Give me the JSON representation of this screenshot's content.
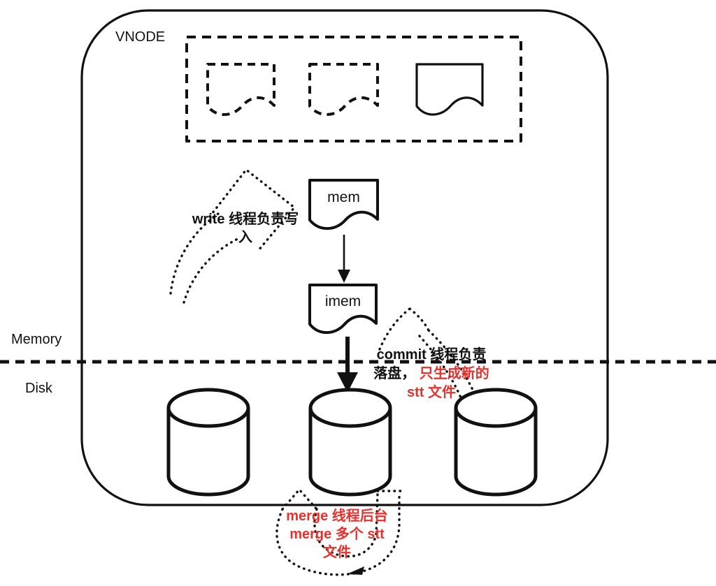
{
  "diagram": {
    "vnode_label": "VNODE",
    "memory_label": "Memory",
    "disk_label": "Disk",
    "mem_node": "mem",
    "imem_node": "imem",
    "annotations": {
      "write": {
        "line1": "write 线程负责写",
        "line2": "入"
      },
      "commit": {
        "line1": "commit 线程负责",
        "line2_black": "落盘，",
        "line2_red": "只生成新的",
        "line3_red": "stt 文件"
      },
      "merge": {
        "line1": "merge 线程后台",
        "line2": "merge 多个 stt",
        "line3": "文件"
      }
    },
    "colors": {
      "ink": "#111111",
      "accent_red": "#e8312d",
      "background": "#ffffff"
    }
  }
}
